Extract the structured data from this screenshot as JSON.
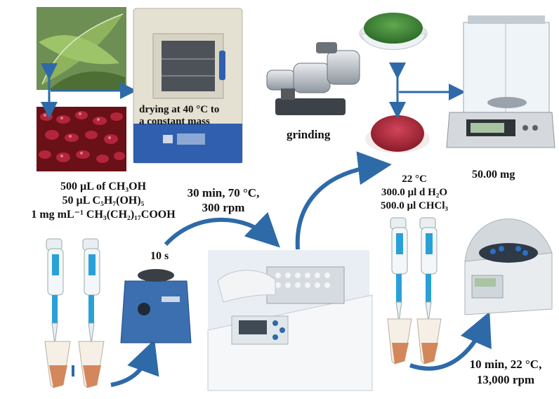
{
  "labels": {
    "drying_line1": "drying at 40 °C to",
    "drying_line2": "a constant mass",
    "grinding": "grinding",
    "mass": "50.00 mg",
    "reagent_1": "500 µL of CH₃OH",
    "reagent_2": "50 µL C₅H₇(OH)₅",
    "reagent_3": "1 mg mL⁻¹ CH₃(CH₂)₁₇COOH",
    "incubation_line1": "30 min, 70 °C,",
    "incubation_line2": "300 rpm",
    "vortex_time": "10 s",
    "extraction_temp": "22 °C",
    "extraction_water": "300.0 µl d H₂O",
    "extraction_chcl3": "500.0 µl CHCl₃",
    "centrifuge_line1": "10 min, 22 °C,",
    "centrifuge_line2": "13,000 rpm"
  },
  "colors": {
    "arrow_blue": "#2e6aa8",
    "pipette_blue": "#2aa0d8",
    "powder_red": "#b3253a",
    "powder_green": "#3f8f3a",
    "leaf_green": "#3d6b2a",
    "seed_red": "#8c1a22"
  }
}
